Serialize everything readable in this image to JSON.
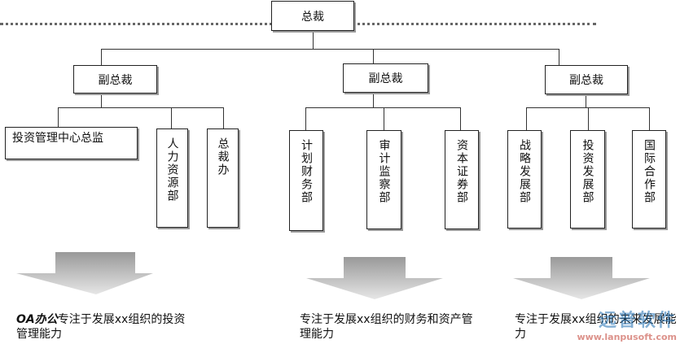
{
  "top_cut_text": "……………………",
  "ceo": {
    "label": "总裁"
  },
  "branches": [
    {
      "vp_label": "副总裁",
      "departments": [
        "投资管理中心总监",
        "人力资源部",
        "总裁办"
      ],
      "caption_prefix": "OA办公",
      "caption": "专注于发展xx组织的投资管理能力"
    },
    {
      "vp_label": "副总裁",
      "departments": [
        "计划财务部",
        "审计监察部",
        "资本证券部"
      ],
      "caption_prefix": "",
      "caption": "专注于发展xx组织的财务和资产管理能力"
    },
    {
      "vp_label": "副总裁",
      "departments": [
        "战略发展部",
        "投资发展部",
        "国际合作部"
      ],
      "caption_prefix": "",
      "caption": "专注于发展xx组织的未来发展能力"
    }
  ],
  "watermark": {
    "name": "远普软件",
    "url": "www.lanpusoft.com"
  },
  "colors": {
    "arrow_top": "#999999",
    "arrow_bottom": "#e6e6e6",
    "box_border": "#222222"
  }
}
